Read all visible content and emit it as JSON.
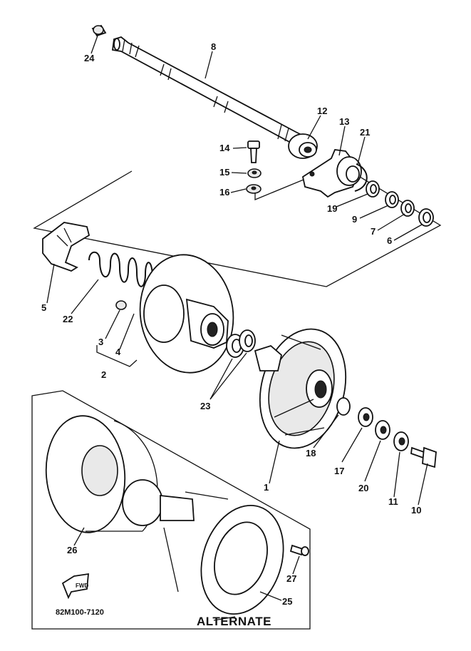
{
  "part_labels": {
    "p1": "1",
    "p2": "2",
    "p3": "3",
    "p4": "4",
    "p5": "5",
    "p6": "6",
    "p7": "7",
    "p8": "8",
    "p9": "9",
    "p10": "10",
    "p11": "11",
    "p12": "12",
    "p13": "13",
    "p14": "14",
    "p15": "15",
    "p16": "16",
    "p17": "17",
    "p18": "18",
    "p19": "19",
    "p20": "20",
    "p21": "21",
    "p22": "22",
    "p23": "23",
    "p24": "24",
    "p25": "25",
    "p26": "26",
    "p27": "27"
  },
  "inset_title": "ALTERNATE",
  "drawing_number": "82M100-7120",
  "fwd_arrow_text": "FWD"
}
